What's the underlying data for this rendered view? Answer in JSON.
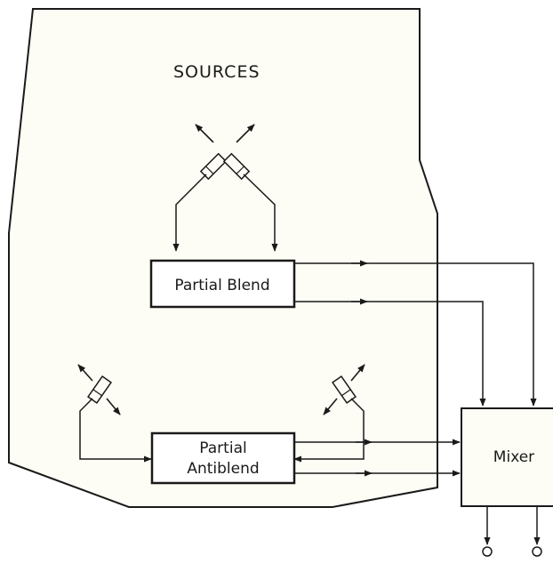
{
  "diagram": {
    "title": "SOURCES",
    "blocks": {
      "partial_blend": "Partial Blend",
      "partial_antiblend_line1": "Partial",
      "partial_antiblend_line2": "Antiblend",
      "mixer": "Mixer"
    },
    "colors": {
      "background": "#ffffff",
      "fill": "#fdfdf5",
      "stroke": "#1a1a1a"
    }
  }
}
